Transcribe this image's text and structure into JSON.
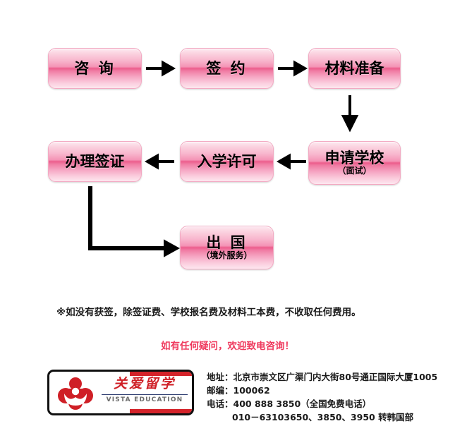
{
  "flow": {
    "boxes": [
      {
        "id": "consult",
        "label": "咨 询",
        "sub": ""
      },
      {
        "id": "sign",
        "label": "签 约",
        "sub": ""
      },
      {
        "id": "material",
        "label": "材料准备",
        "sub": ""
      },
      {
        "id": "apply",
        "label": "申请学校",
        "sub": "（面试）"
      },
      {
        "id": "admission",
        "label": "入学许可",
        "sub": ""
      },
      {
        "id": "visa",
        "label": "办理签证",
        "sub": ""
      },
      {
        "id": "abroad",
        "label": "出 国",
        "sub": "（境外服务）"
      }
    ],
    "arrows": [
      {
        "id": "consult-to-sign",
        "direction": "right"
      },
      {
        "id": "sign-to-material",
        "direction": "right"
      },
      {
        "id": "material-to-apply",
        "direction": "down"
      },
      {
        "id": "apply-to-admission",
        "direction": "left"
      },
      {
        "id": "admission-to-visa",
        "direction": "left"
      },
      {
        "id": "visa-to-abroad",
        "direction": "down-right-elbow"
      }
    ],
    "box_gradient_top": "#fdeaf1",
    "box_gradient_mid": "#ec5c8c",
    "box_gradient_bottom": "#fde7ef"
  },
  "notes": {
    "fee": "※如没有获签，除签证费、学校报名费及材料工本费，不收取任何费用。",
    "call": "如有任何疑问，欢迎致电咨询！",
    "call_color": "#ef3a5e"
  },
  "footer": {
    "logo": {
      "cn_name": "关爱留学",
      "en_name": "VISTA  EDUCATION",
      "mark_color": "#cf1f26",
      "accent_color": "#d4232a"
    },
    "contact": {
      "address_line": "地址：北京市崇文区广渠门内大街80号通正国际大厦1005",
      "postcode_line": "邮编：100062",
      "phone_line": "电话：400  888  3850（全国免费电话）",
      "phone_line2": "010－63103650、3850、3950  转韩国部"
    }
  }
}
